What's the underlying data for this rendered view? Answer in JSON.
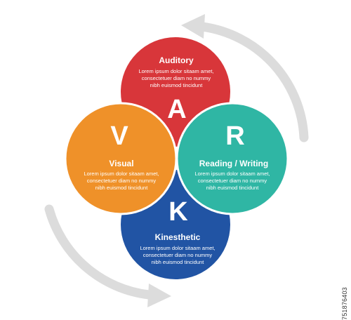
{
  "colors": {
    "auditory": "#d8363a",
    "visual": "#ef9129",
    "reading": "#2fb6a4",
    "kinesthetic": "#2154a4",
    "arrow": "#dcdcdc",
    "ring": "#ffffff",
    "text": "#ffffff"
  },
  "segments": {
    "auditory": {
      "letter": "A",
      "title": "Auditory",
      "body": [
        "Lorem ipsum dolor sitaam amet,",
        "consectetuer diam no nummy",
        "nibh euismod tincidunt"
      ]
    },
    "visual": {
      "letter": "V",
      "title": "Visual",
      "body": [
        "Lorem ipsum dolor sitaam amet,",
        "consectetuer diam no nummy",
        "nibh euismod tincidunt"
      ]
    },
    "reading": {
      "letter": "R",
      "title": "Reading / Writing",
      "body": [
        "Lorem ipsum dolor sitaam amet,",
        "consectetuer diam no nummy",
        "nibh euismod tincidunt"
      ]
    },
    "kinesthetic": {
      "letter": "K",
      "title": "Kinesthetic",
      "body": [
        "Lorem ipsum dolor sitaam amet,",
        "consectetuer diam no nummy",
        "nibh euismod tincidunt"
      ]
    }
  },
  "stock_id": "751876403"
}
